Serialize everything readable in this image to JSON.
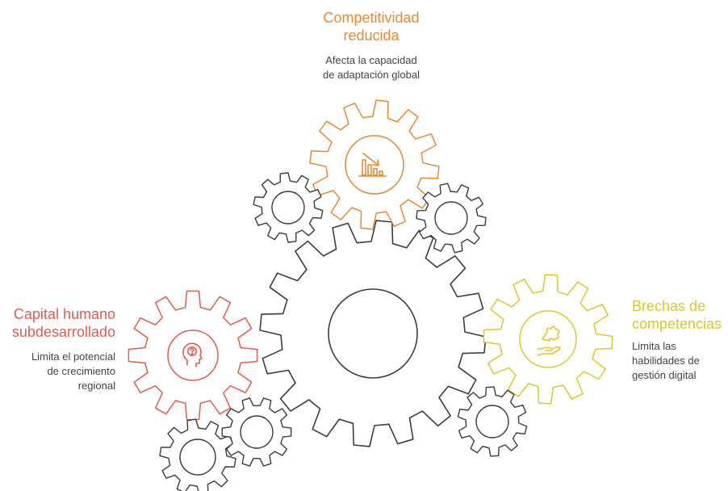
{
  "colors": {
    "orange": "#e8892f",
    "red": "#e55a50",
    "yellow": "#ddc826",
    "gray": "#3b3b3b",
    "text_gray": "#444444"
  },
  "items": {
    "top": {
      "title": "Competitividad\nreducida",
      "desc": "Afecta la capacidad\nde adaptación global",
      "icon": "chart-decline-icon"
    },
    "left": {
      "title": "Capital humano\nsubdesarrollado",
      "desc": "Limita el potencial\nde crecimiento\nregional",
      "icon": "head-question-icon"
    },
    "right": {
      "title": "Brechas de\ncompetencias",
      "desc": "Limita las\nhabilidades de\ngestión digital",
      "icon": "hand-puzzle-icon"
    }
  }
}
